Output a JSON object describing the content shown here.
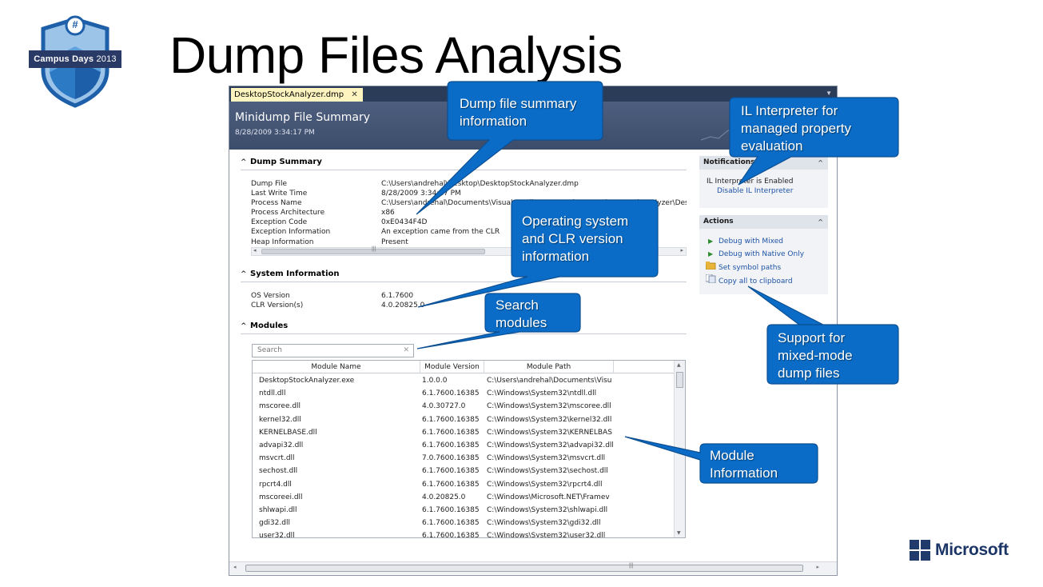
{
  "slide": {
    "title": "Dump Files Analysis",
    "badge_brand": "Campus Days",
    "badge_year": "2013",
    "badge_symbol": "#",
    "vendor_logo_text": "Microsoft"
  },
  "window": {
    "tab_label": "DesktopStockAnalyzer.dmp",
    "tab_close": "✕",
    "header_title": "Minidump File Summary",
    "header_date": "8/28/2009 3:34:17 PM"
  },
  "dump_summary": {
    "heading": "Dump Summary",
    "rows": [
      {
        "label": "Dump File",
        "value": "C:\\Users\\andrehal\\Desktop\\DesktopStockAnalyzer.dmp"
      },
      {
        "label": "Last Write Time",
        "value": "8/28/2009 3:34:17 PM"
      },
      {
        "label": "Process Name",
        "value": "C:\\Users\\andrehal\\Documents\\Visual Studio 2010\\Projects\\DesktopStockAnalyzer\\Desk"
      },
      {
        "label": "Process Architecture",
        "value": "x86"
      },
      {
        "label": "Exception Code",
        "value": "0xE0434F4D"
      },
      {
        "label": "Exception Information",
        "value": "An exception came from the CLR"
      },
      {
        "label": "Heap Information",
        "value": "Present"
      }
    ]
  },
  "system_info": {
    "heading": "System Information",
    "rows": [
      {
        "label": "OS Version",
        "value": "6.1.7600"
      },
      {
        "label": "CLR Version(s)",
        "value": "4.0.20825.0"
      }
    ]
  },
  "modules": {
    "heading": "Modules",
    "search_placeholder": "Search",
    "search_clear": "✕",
    "columns": [
      "Module Name",
      "Module Version",
      "Module Path"
    ],
    "rows": [
      [
        "DesktopStockAnalyzer.exe",
        "1.0.0.0",
        "C:\\Users\\andrehal\\Documents\\Visu"
      ],
      [
        "ntdll.dll",
        "6.1.7600.16385",
        "C:\\Windows\\System32\\ntdll.dll"
      ],
      [
        "mscoree.dll",
        "4.0.30727.0",
        "C:\\Windows\\System32\\mscoree.dll"
      ],
      [
        "kernel32.dll",
        "6.1.7600.16385",
        "C:\\Windows\\System32\\kernel32.dll"
      ],
      [
        "KERNELBASE.dll",
        "6.1.7600.16385",
        "C:\\Windows\\System32\\KERNELBAS"
      ],
      [
        "advapi32.dll",
        "6.1.7600.16385",
        "C:\\Windows\\System32\\advapi32.dll"
      ],
      [
        "msvcrt.dll",
        "7.0.7600.16385",
        "C:\\Windows\\System32\\msvcrt.dll"
      ],
      [
        "sechost.dll",
        "6.1.7600.16385",
        "C:\\Windows\\System32\\sechost.dll"
      ],
      [
        "rpcrt4.dll",
        "6.1.7600.16385",
        "C:\\Windows\\System32\\rpcrt4.dll"
      ],
      [
        "mscoreei.dll",
        "4.0.20825.0",
        "C:\\Windows\\Microsoft.NET\\Framev"
      ],
      [
        "shlwapi.dll",
        "6.1.7600.16385",
        "C:\\Windows\\System32\\shlwapi.dll"
      ],
      [
        "gdi32.dll",
        "6.1.7600.16385",
        "C:\\Windows\\System32\\gdi32.dll"
      ],
      [
        "user32.dll",
        "6.1.7600.16385",
        "C:\\Windows\\System32\\user32.dll"
      ]
    ]
  },
  "notifications": {
    "heading": "Notifications",
    "message": "IL Interpreter is Enabled",
    "link": "Disable IL Interpreter"
  },
  "actions": {
    "heading": "Actions",
    "items": [
      {
        "label": "Debug with Mixed",
        "icon": "play-icon"
      },
      {
        "label": "Debug with Native Only",
        "icon": "play-icon"
      },
      {
        "label": "Set symbol paths",
        "icon": "folder-icon"
      },
      {
        "label": "Copy all to clipboard",
        "icon": "copy-icon"
      }
    ]
  },
  "callouts": {
    "summary": "Dump file summary\ninformation",
    "il": "IL Interpreter for\nmanaged property\nevaluation",
    "os": "Operating system\nand CLR version\ninformation",
    "search": "Search\nmodules",
    "mixed": "Support for\nmixed-mode\ndump files",
    "module": "Module\nInformation"
  },
  "colors": {
    "callout_fill": "#0a6cc6",
    "callout_border": "#0c4f93",
    "header_bg": "#44546f",
    "tab_active": "#fdf4bf",
    "badge_blue": "#1d5fa8",
    "microsoft_blue": "#1f3a6b"
  }
}
